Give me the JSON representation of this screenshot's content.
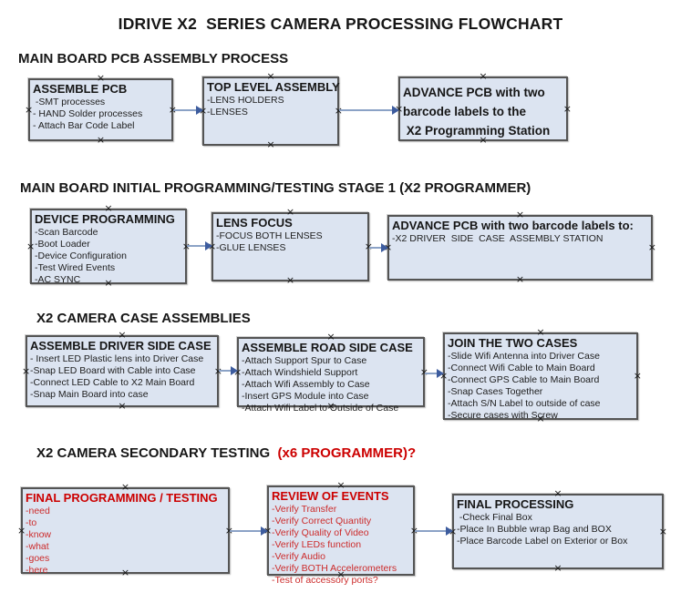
{
  "title": "IDRIVE X2  SERIES CAMERA PROCESSING FLOWCHART",
  "colors": {
    "box_fill": "#dce4f1",
    "box_border": "#545454",
    "arrow_line": "#8ba2c6",
    "arrow_head": "#3d5c9e",
    "black_text": "#161616",
    "red_header": "#cc0000",
    "red_item": "#cc2b2b"
  },
  "icons": {
    "connection_handle": "×"
  },
  "sections": [
    {
      "id": "pcb-assembly",
      "heading": "MAIN BOARD PCB ASSEMBLY PROCESS",
      "heading_red": ""
    },
    {
      "id": "initial-programming",
      "heading": "MAIN BOARD INITIAL PROGRAMMING/TESTING STAGE 1 (X2 PROGRAMMER)",
      "heading_red": ""
    },
    {
      "id": "case-assemblies",
      "heading": "X2 CAMERA CASE ASSEMBLIES",
      "heading_red": ""
    },
    {
      "id": "secondary-testing",
      "heading": "X2 CAMERA SECONDARY TESTING ",
      "heading_red": " (x6 PROGRAMMER)?"
    }
  ],
  "boxes": [
    {
      "id": "assemble-pcb",
      "section": "pcb-assembly",
      "text_color": "black",
      "header": "ASSEMBLE PCB",
      "items": [
        " -SMT processes",
        "- HAND Solder processes",
        "- Attach Bar Code Label"
      ]
    },
    {
      "id": "top-level-assembly",
      "section": "pcb-assembly",
      "text_color": "black",
      "header": "TOP LEVEL ASSEMBLY",
      "items": [
        "-LENS HOLDERS",
        "-LENSES"
      ]
    },
    {
      "id": "advance-pcb-to-programming-station",
      "section": "pcb-assembly",
      "text_color": "black",
      "header": "ADVANCE PCB with two barcode labels to the\n X2 Programming Station",
      "items": []
    },
    {
      "id": "device-programming",
      "section": "initial-programming",
      "text_color": "black",
      "header": "DEVICE PROGRAMMING",
      "items": [
        "-Scan Barcode",
        "-Boot Loader",
        "-Device Configuration",
        "-Test Wired Events",
        "-AC SYNC"
      ]
    },
    {
      "id": "lens-focus",
      "section": "initial-programming",
      "text_color": "black",
      "header": "LENS FOCUS",
      "items": [
        "-FOCUS BOTH LENSES",
        "-GLUE LENSES"
      ]
    },
    {
      "id": "advance-pcb-to-case-assembly",
      "section": "initial-programming",
      "text_color": "black",
      "header": "ADVANCE PCB with two barcode labels to:",
      "items": [
        "-X2 DRIVER  SIDE  CASE  ASSEMBLY STATION"
      ]
    },
    {
      "id": "assemble-driver-side-case",
      "section": "case-assemblies",
      "text_color": "black",
      "header": "ASSEMBLE DRIVER SIDE CASE",
      "items": [
        "- Insert LED Plastic lens into Driver Case",
        "-Snap LED Board with Cable into Case",
        "-Connect LED Cable to X2 Main Board",
        "-Snap Main Board into case"
      ]
    },
    {
      "id": "assemble-road-side-case",
      "section": "case-assemblies",
      "text_color": "black",
      "header": "ASSEMBLE ROAD SIDE CASE",
      "items": [
        "-Attach Support Spur to Case",
        "-Attach Windshield Support",
        "-Attach Wifi Assembly to Case",
        "-Insert GPS Module into Case",
        "-Attach Wifi Label to Outside of Case"
      ]
    },
    {
      "id": "join-the-two-cases",
      "section": "case-assemblies",
      "text_color": "black",
      "header": "JOIN THE TWO CASES",
      "items": [
        "-Slide Wifi Antenna into Driver Case",
        "-Connect Wifi Cable to Main Board",
        "-Connect GPS Cable to Main Board",
        "-Snap Cases Together",
        "-Attach S/N Label to outside of case",
        "-Secure cases with Screw"
      ]
    },
    {
      "id": "final-programming-testing",
      "section": "secondary-testing",
      "text_color": "red",
      "header": "FINAL PROGRAMMING / TESTING",
      "items": [
        "-need",
        "-to",
        "-know",
        "-what",
        "-goes",
        "-here"
      ]
    },
    {
      "id": "review-of-events",
      "section": "secondary-testing",
      "text_color": "red",
      "header": "REVIEW OF EVENTS",
      "items": [
        "-Verify Transfer",
        "-Verify Correct Quantity",
        "-Verify Quality of Video",
        "-Verify LEDs function",
        "-Verify Audio",
        "-Verify BOTH Accelerometers",
        "-Test of accessory ports?"
      ]
    },
    {
      "id": "final-processing",
      "section": "secondary-testing",
      "text_color": "black",
      "header": "FINAL PROCESSING",
      "items": [
        " -Check Final Box",
        "-Place In Bubble wrap Bag and BOX",
        "-Place Barcode Label on Exterior or Box"
      ]
    }
  ],
  "connections": [
    {
      "from": "assemble-pcb",
      "to": "top-level-assembly"
    },
    {
      "from": "top-level-assembly",
      "to": "advance-pcb-to-programming-station"
    },
    {
      "from": "device-programming",
      "to": "lens-focus"
    },
    {
      "from": "lens-focus",
      "to": "advance-pcb-to-case-assembly"
    },
    {
      "from": "assemble-driver-side-case",
      "to": "assemble-road-side-case"
    },
    {
      "from": "assemble-road-side-case",
      "to": "join-the-two-cases"
    },
    {
      "from": "final-programming-testing",
      "to": "review-of-events"
    },
    {
      "from": "review-of-events",
      "to": "final-processing"
    }
  ]
}
